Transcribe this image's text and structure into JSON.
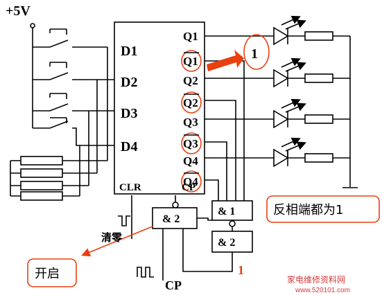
{
  "labels": {
    "supply": "+5V",
    "d1": "D1",
    "d2": "D2",
    "d3": "D3",
    "d4": "D4",
    "q1": "Q1",
    "q1n": "Q1",
    "q2": "Q2",
    "q2n": "Q2",
    "q3": "Q3",
    "q3n": "Q3",
    "q4": "Q4",
    "q4n": "Q4",
    "clr": "CLR",
    "cp": "CP",
    "and1": "& 1",
    "and2a": "& 2",
    "and2b": "& 2",
    "one_circle": "1",
    "one_red": "1",
    "clear": "清零",
    "cp_bottom": "CP",
    "open_box": "开启",
    "inverted_box": "反相端都为1",
    "watermark": "家电维修资料网",
    "watermark_url": "www.520101.com"
  },
  "colors": {
    "accent": "#e8400f",
    "line": "#000000",
    "watermark": "#d23c3c"
  }
}
